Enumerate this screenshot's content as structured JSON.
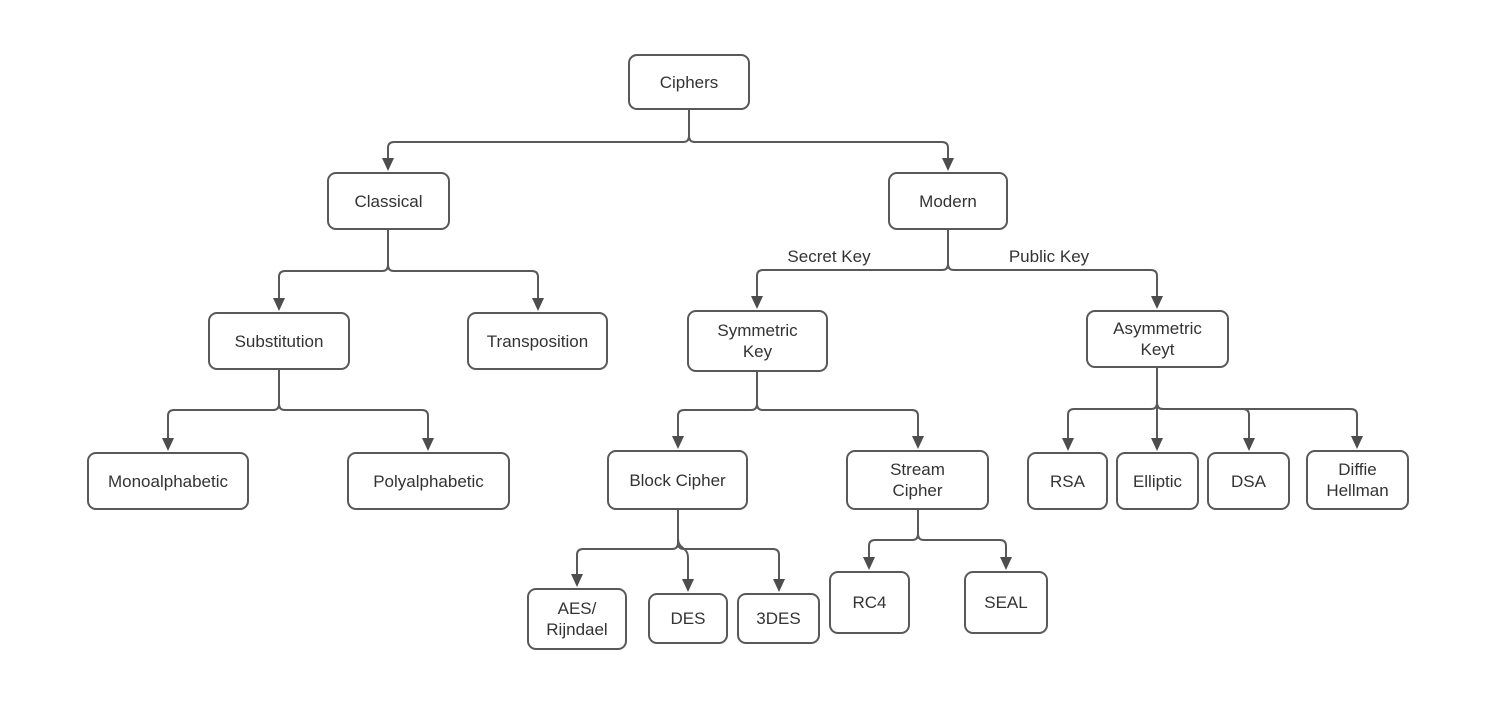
{
  "diagram": {
    "type": "tree",
    "title": "Ciphers classification flowchart",
    "colors": {
      "background": "#ffffff",
      "line": "#595959",
      "arrowhead": "#4d4d4d",
      "node_border": "#595959",
      "node_fill": "#ffffff",
      "text": "#333333"
    },
    "nodes": {
      "ciphers": {
        "label": "Ciphers"
      },
      "classical": {
        "label": "Classical"
      },
      "modern": {
        "label": "Modern"
      },
      "substitution": {
        "label": "Substitution"
      },
      "transposition": {
        "label": "Transposition"
      },
      "symmetric_key": {
        "label": "Symmetric\nKey"
      },
      "asymmetric_keyt": {
        "label": "Asymmetric\nKeyt"
      },
      "monoalphabetic": {
        "label": "Monoalphabetic"
      },
      "polyalphabetic": {
        "label": "Polyalphabetic"
      },
      "block_cipher": {
        "label": "Block Cipher"
      },
      "stream_cipher": {
        "label": "Stream\nCipher"
      },
      "rsa": {
        "label": "RSA"
      },
      "elliptic": {
        "label": "Elliptic"
      },
      "dsa": {
        "label": "DSA"
      },
      "diffie_hellman": {
        "label": "Diffie\nHellman"
      },
      "aes_rijndael": {
        "label": "AES/\nRijndael"
      },
      "des": {
        "label": "DES"
      },
      "tdes": {
        "label": "3DES"
      },
      "rc4": {
        "label": "RC4"
      },
      "seal": {
        "label": "SEAL"
      }
    },
    "edge_labels": {
      "secret_key": "Secret Key",
      "public_key": "Public Key"
    },
    "edges": [
      {
        "from": "ciphers",
        "to": "classical"
      },
      {
        "from": "ciphers",
        "to": "modern"
      },
      {
        "from": "classical",
        "to": "substitution"
      },
      {
        "from": "classical",
        "to": "transposition"
      },
      {
        "from": "modern",
        "to": "symmetric_key",
        "label": "Secret Key"
      },
      {
        "from": "modern",
        "to": "asymmetric_keyt",
        "label": "Public Key"
      },
      {
        "from": "substitution",
        "to": "monoalphabetic"
      },
      {
        "from": "substitution",
        "to": "polyalphabetic"
      },
      {
        "from": "symmetric_key",
        "to": "block_cipher"
      },
      {
        "from": "symmetric_key",
        "to": "stream_cipher"
      },
      {
        "from": "asymmetric_keyt",
        "to": "rsa"
      },
      {
        "from": "asymmetric_keyt",
        "to": "elliptic"
      },
      {
        "from": "asymmetric_keyt",
        "to": "dsa"
      },
      {
        "from": "asymmetric_keyt",
        "to": "diffie_hellman"
      },
      {
        "from": "block_cipher",
        "to": "aes_rijndael"
      },
      {
        "from": "block_cipher",
        "to": "des"
      },
      {
        "from": "block_cipher",
        "to": "tdes"
      },
      {
        "from": "stream_cipher",
        "to": "rc4"
      },
      {
        "from": "stream_cipher",
        "to": "seal"
      }
    ]
  }
}
